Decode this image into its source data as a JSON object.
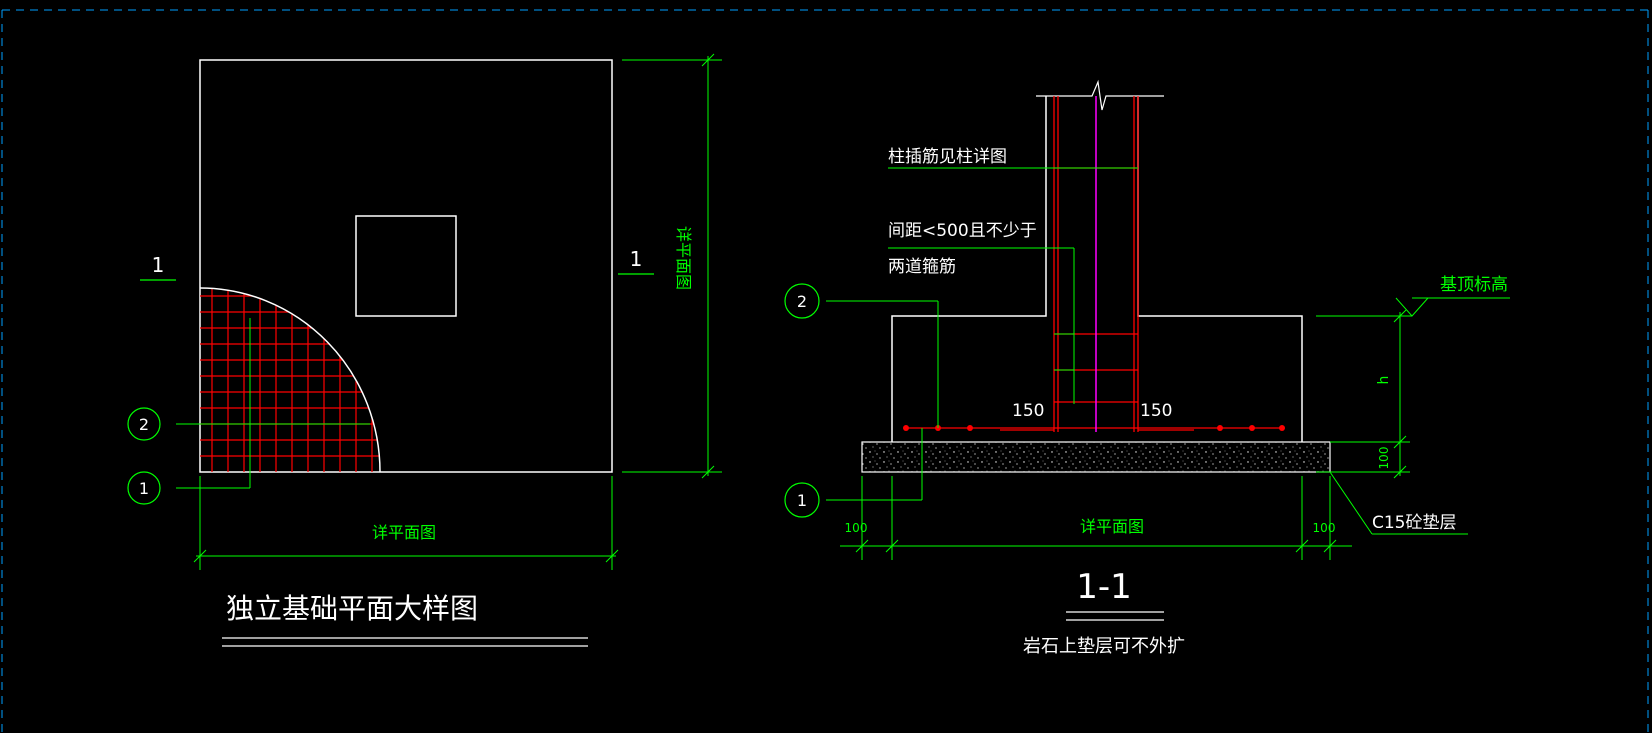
{
  "colors": {
    "background": "#000000",
    "outline": "#ffffff",
    "annotation": "#00ff00",
    "rebar": "#ff0000",
    "centerline": "#ff00ff",
    "frame": "#00a0ff"
  },
  "plan_view": {
    "title": "独立基础平面大样图",
    "section_mark_left": "1",
    "section_mark_right": "1",
    "dim_bottom": "详平面图",
    "dim_right": "详平面图",
    "callout_1": "1",
    "callout_2": "2"
  },
  "section_view": {
    "title": "1-1",
    "subtitle": "岩石上垫层可不外扩",
    "note_column_bars": "柱插筋见柱详图",
    "note_stirrup_line1": "间距<500且不少于",
    "note_stirrup_line2": "两道箍筋",
    "dim_left_150": "150",
    "dim_right_150": "150",
    "elevation_label": "基顶标高",
    "dim_h": "h",
    "dim_pad_100": "100",
    "pad_label": "C15砼垫层",
    "dim_bottom": "详平面图",
    "dim_left_100": "100",
    "dim_right_100": "100",
    "callout_1": "1",
    "callout_2": "2"
  }
}
